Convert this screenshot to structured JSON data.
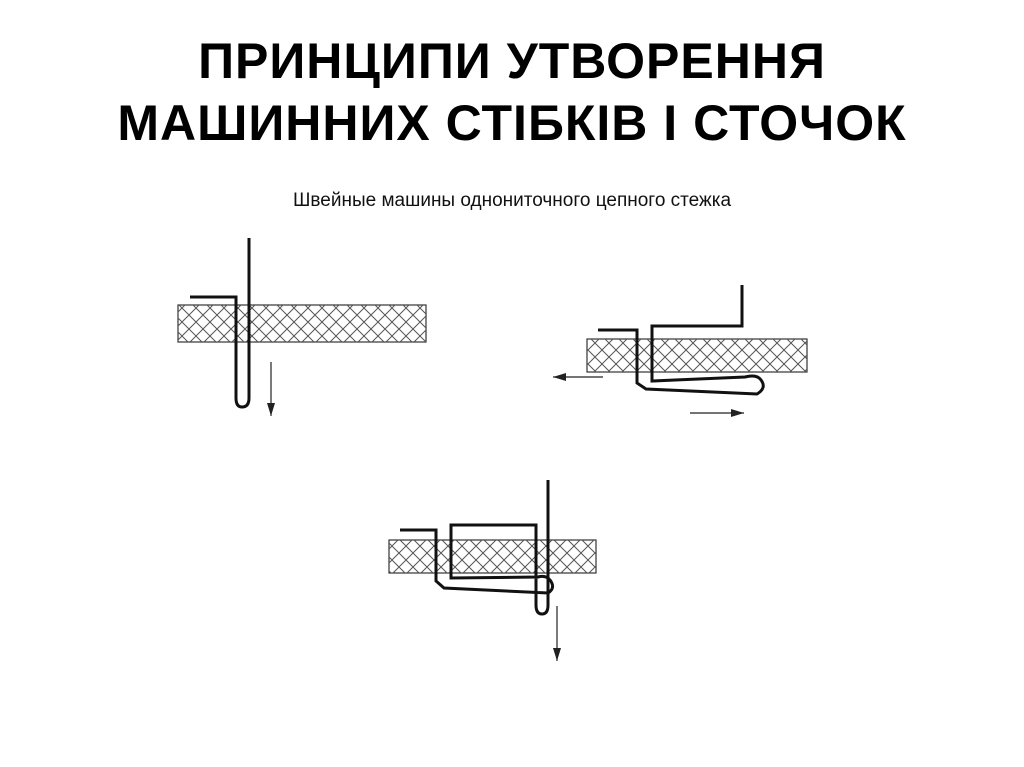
{
  "title": {
    "line1": "ПРИНЦИПИ УТВОРЕННЯ",
    "line2": "МАШИННИХ СТІБКІВ І СТОЧОК"
  },
  "subtitle": "Швейные машины однониточного цепного стежка",
  "diagrams": [
    {
      "name": "stage-1-needle-pierces-fabric",
      "arrows": [
        "down"
      ]
    },
    {
      "name": "stage-2-loop-captured",
      "arrows": [
        "left",
        "right"
      ]
    },
    {
      "name": "stage-3-chain-stitch-formed",
      "arrows": [
        "down"
      ]
    }
  ]
}
